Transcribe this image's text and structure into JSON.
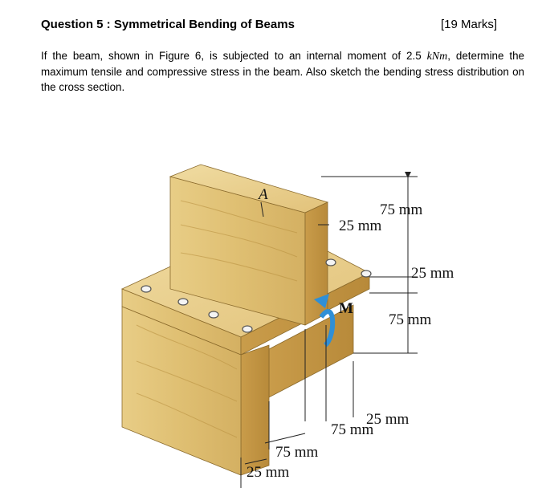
{
  "question": {
    "title": "Question 5 : Symmetrical Bending of Beams",
    "marks": "[19 Marks]"
  },
  "body": {
    "before_units": "If the beam, shown in Figure 6, is subjected to an internal moment of 2.5 ",
    "units": "kNm",
    "after_units": ", determine the maximum tensile and compressive stress in the beam. Also sketch the bending stress distribution on the cross section."
  },
  "figure": {
    "point_label": "A",
    "moment_label": "M",
    "dimensions": {
      "web_height": "75 mm",
      "web_thickness": "25 mm",
      "flange_thickness": "25 mm",
      "leg_height": "75 mm",
      "leg_thickness_right": "25 mm",
      "gap_right": "75 mm",
      "gap_left": "75 mm",
      "leg_thickness_left": "25 mm"
    },
    "colors": {
      "wood_light": "#e9cf8a",
      "wood_mid": "#d9b565",
      "wood_dark": "#b98f3e",
      "arrow": "#2f8fd6"
    }
  }
}
